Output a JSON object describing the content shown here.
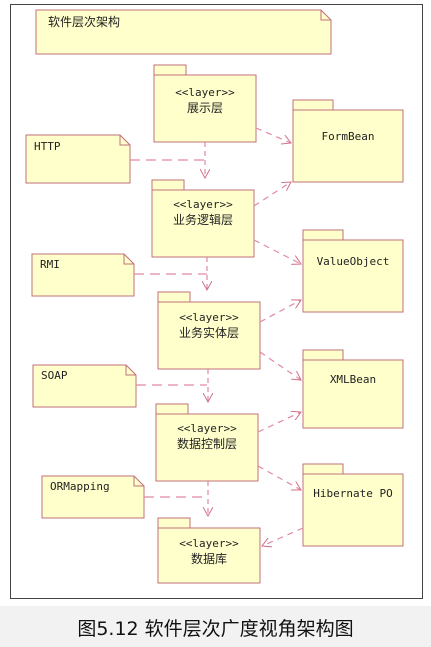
{
  "title_note": "软件层次架构",
  "stereotype": "<<layer>>",
  "layers": [
    "展示层",
    "业务逻辑层",
    "业务实体层",
    "数据控制层",
    "数据库"
  ],
  "protocol_notes": [
    "HTTP",
    "RMI",
    "SOAP",
    "ORMapping"
  ],
  "objects": [
    "FormBean",
    "ValueObject",
    "XMLBean",
    "Hibernate PO"
  ],
  "caption": "图5.12 软件层次广度视角架构图",
  "colors": {
    "fill": "#ffffcc",
    "stroke": "#c0707a",
    "dash": "#e08aa0",
    "frame": "#444444"
  }
}
